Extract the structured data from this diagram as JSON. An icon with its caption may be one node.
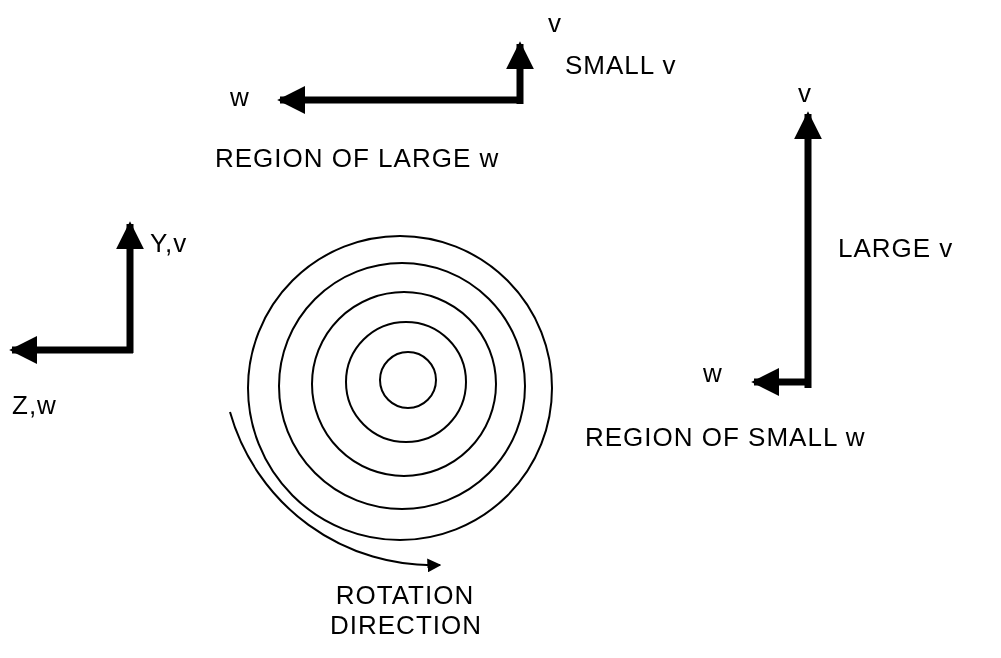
{
  "diagram": {
    "labels": [
      "v",
      "SMALL v",
      "w",
      "v",
      "REGION OF LARGE w",
      "Y,v",
      "LARGE v",
      "w",
      "Z,w",
      "REGION OF SMALL w",
      "ROTATION DIRECTION"
    ]
  }
}
